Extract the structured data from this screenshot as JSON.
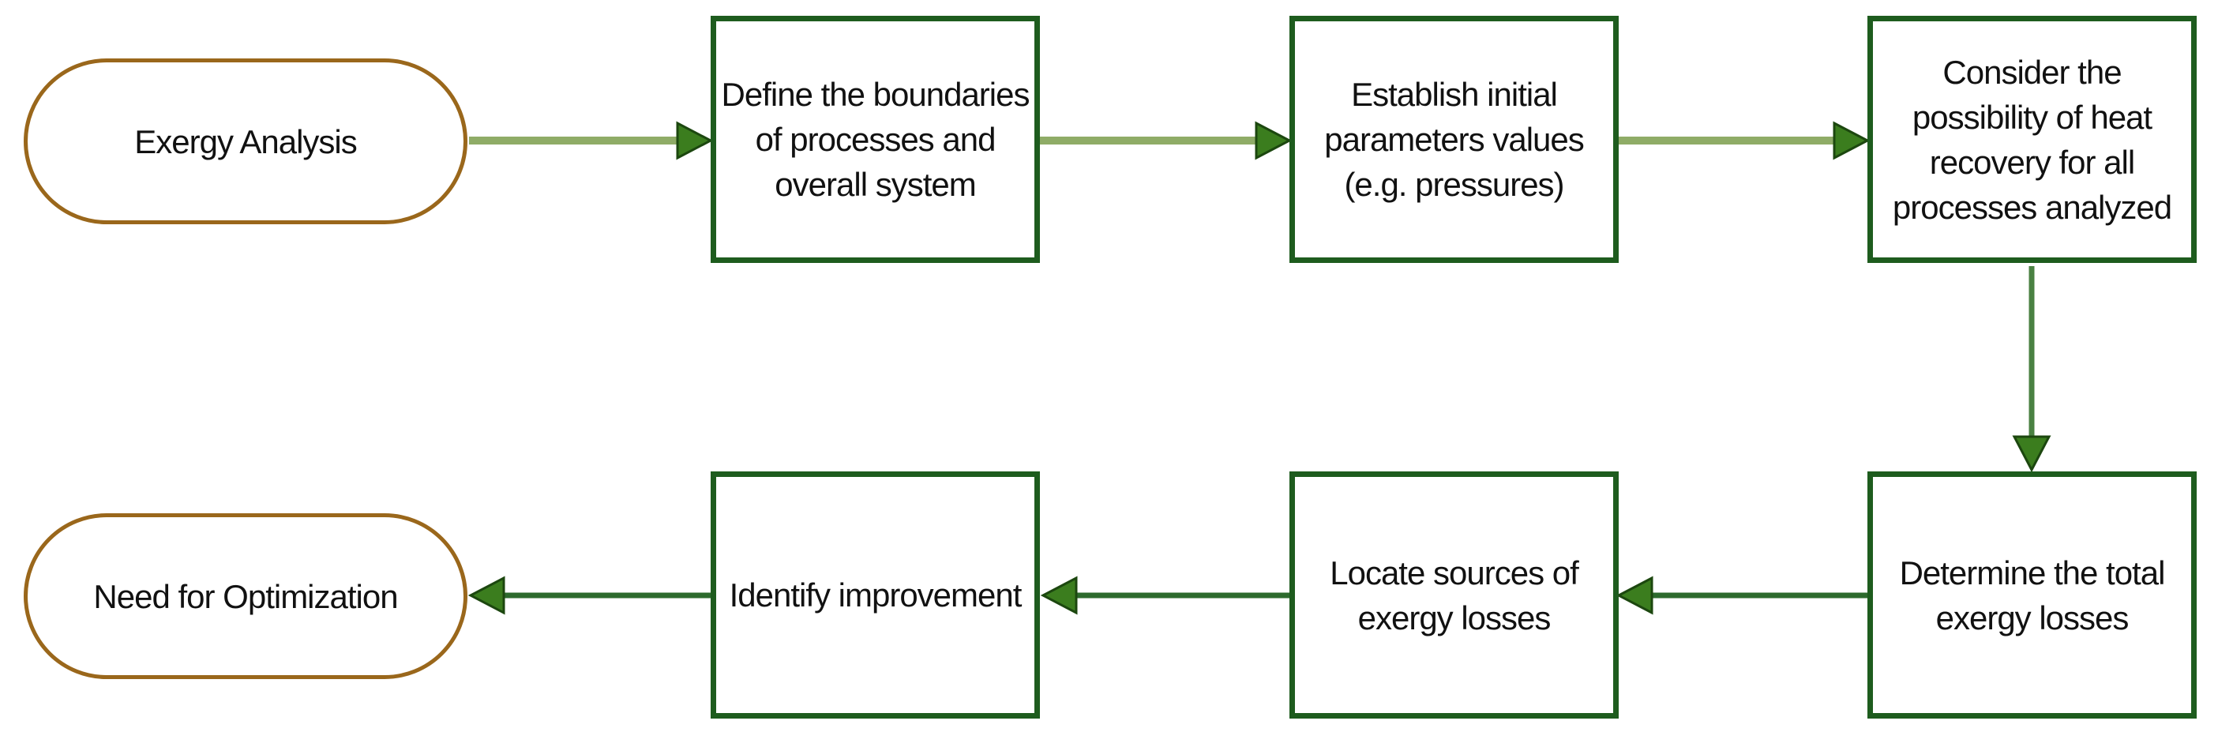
{
  "diagram": {
    "description": "Exergy analysis flowchart",
    "nodes": {
      "start": {
        "label": "Exergy Analysis",
        "shape": "terminal"
      },
      "define_boundaries": {
        "label": "Define the boundaries of processes and overall system",
        "shape": "process"
      },
      "establish_parameters": {
        "label": "Establish initial parameters values (e.g. pressures)",
        "shape": "process"
      },
      "heat_recovery": {
        "label": "Consider the possibility of heat recovery for all processes analyzed",
        "shape": "process"
      },
      "total_losses": {
        "label": "Determine the total exergy losses",
        "shape": "process"
      },
      "locate_sources": {
        "label": "Locate sources of exergy losses",
        "shape": "process"
      },
      "identify_improvement": {
        "label": "Identify improvement",
        "shape": "process"
      },
      "end": {
        "label": "Need for Optimization",
        "shape": "terminal"
      }
    },
    "flow_order": [
      "start",
      "define_boundaries",
      "establish_parameters",
      "heat_recovery",
      "total_losses",
      "locate_sources",
      "identify_improvement",
      "end"
    ]
  },
  "colors": {
    "process_border": "#1e5c1e",
    "terminal_border": "#9a671b",
    "connector_light": "#8fac67",
    "connector_mid": "#4a8142",
    "connector_dark": "#2d6a2d",
    "arrowhead_fill": "#3b7d1e",
    "arrowhead_stroke": "#1c470f",
    "text": "#111111",
    "background": "#ffffff"
  }
}
